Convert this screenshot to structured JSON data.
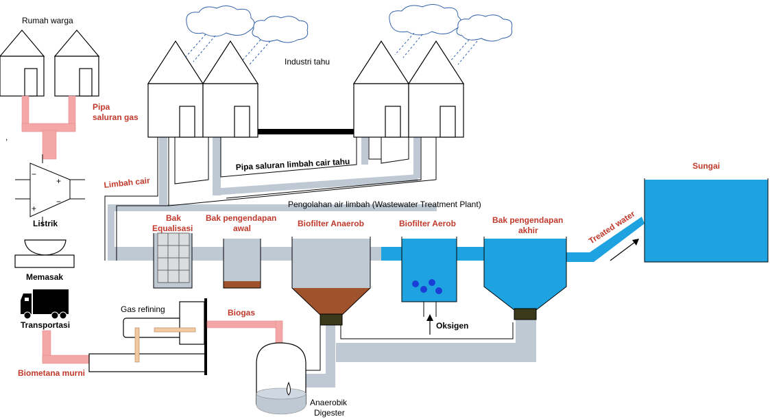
{
  "labels": {
    "rumah_warga": "Rumah warga",
    "pipa_saluran_gas_1": "Pipa",
    "pipa_saluran_gas_2": "saluran gas",
    "industri_tahu": "Industri tahu",
    "pipa_saluran_limbah": "Pipa saluran limbah cair tahu",
    "limbah_cair": "Limbah cair",
    "listrik": "Listrik",
    "memasak": "Memasak",
    "transportasi": "Transportasi",
    "biometana_murni": "Biometana murni",
    "gas_refining": "Gas refining",
    "biogas": "Biogas",
    "anaerobik_1": "Anaerobik",
    "anaerobik_2": "Digester",
    "wwtp": "Pengolahan air limbah (Wastewater Treatment Plant)",
    "bak_equalisasi_1": "Bak",
    "bak_equalisasi_2": "Equalisasi",
    "bak_pengendapan_awal_1": "Bak pengendapan",
    "bak_pengendapan_awal_2": "awal",
    "biofilter_anaerob": "Biofilter Anaerob",
    "biofilter_aerob": "Biofilter Aerob",
    "bak_pengendapan_akhir_1": "Bak pengendapan",
    "bak_pengendapan_akhir_2": "akhir",
    "oksigen": "Oksigen",
    "treated_water": "Treated water",
    "sungai": "Sungai",
    "stray_mark": ","
  },
  "colors": {
    "grey_pipe": "#bfc9d3",
    "pink_pipe": "#f4a7a7",
    "red_label": "#c0392b",
    "blue_water": "#1fa3e0",
    "brown_sludge": "#a0522d",
    "cloud_stroke": "#2e5fa8",
    "bubble": "#1a3fd6"
  },
  "icons": [
    "house-icon",
    "cloud-icon",
    "transistor-symbol-icon",
    "cooking-pot-icon",
    "truck-icon",
    "water-drop-icon",
    "arrow-up-icon"
  ]
}
